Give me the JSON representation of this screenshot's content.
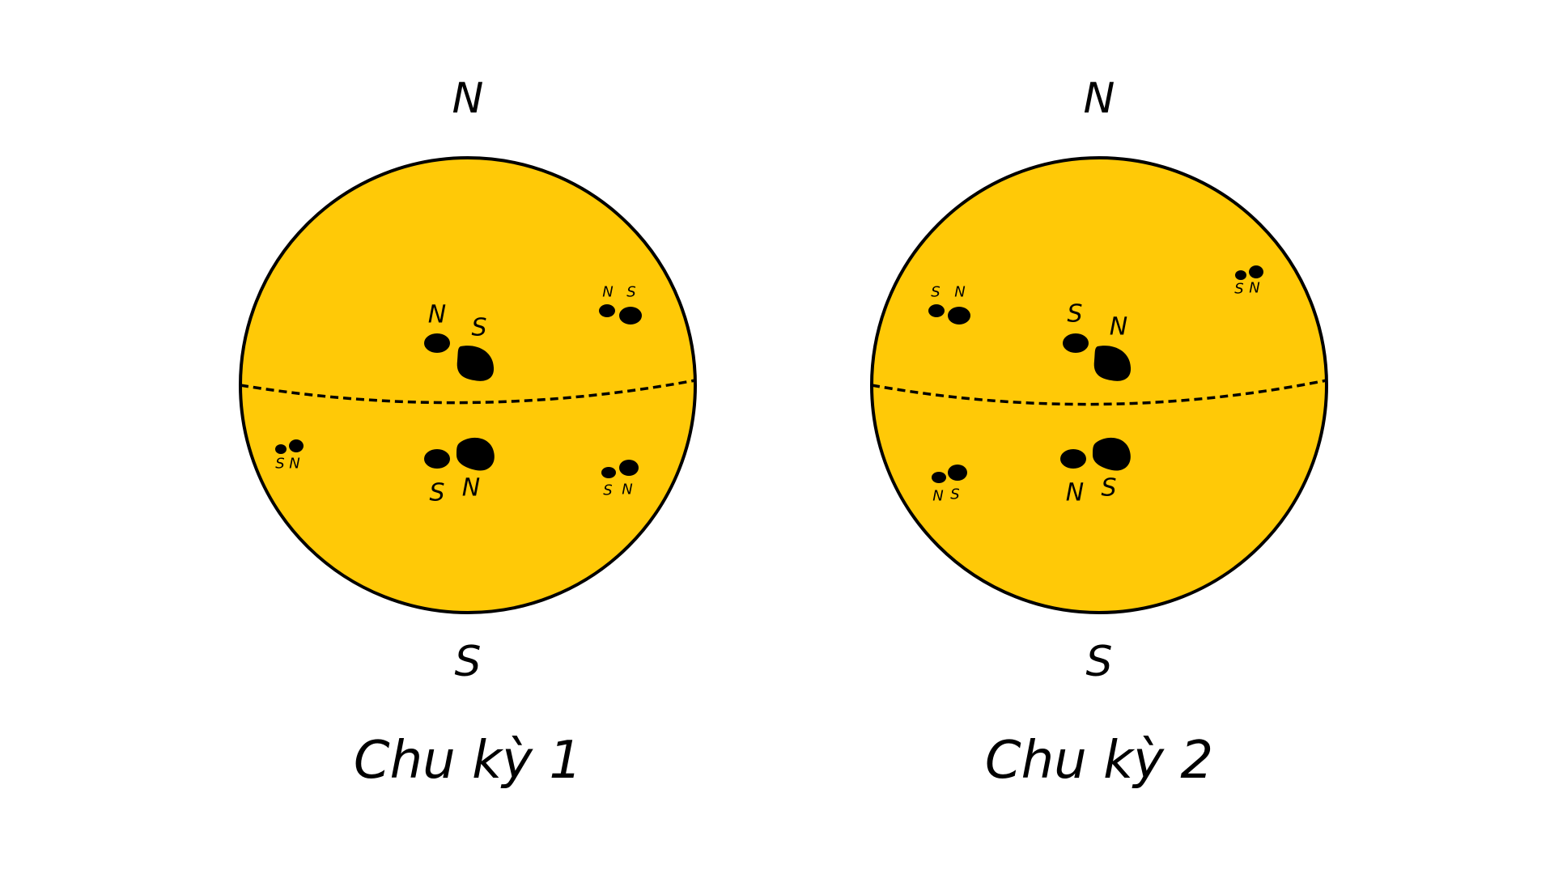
{
  "colors": {
    "sun": "#FFC907",
    "outline": "#000000",
    "spot": "#000000",
    "background": "#FFFFFF"
  },
  "panels": [
    {
      "id": "cycle-1",
      "caption": "Chu kỳ 1",
      "north_label": "N",
      "south_label": "S",
      "spot_groups": [
        {
          "hemisphere": "north",
          "position": "center",
          "size": "large",
          "labels": [
            "N",
            "S"
          ]
        },
        {
          "hemisphere": "north",
          "position": "right",
          "size": "small",
          "labels": [
            "N",
            "S"
          ]
        },
        {
          "hemisphere": "south",
          "position": "center",
          "size": "large",
          "labels": [
            "S",
            "N"
          ]
        },
        {
          "hemisphere": "south",
          "position": "left",
          "size": "tiny",
          "labels": [
            "S",
            "N"
          ]
        },
        {
          "hemisphere": "south",
          "position": "right",
          "size": "small",
          "labels": [
            "S",
            "N"
          ]
        }
      ]
    },
    {
      "id": "cycle-2",
      "caption": "Chu kỳ 2",
      "north_label": "N",
      "south_label": "S",
      "spot_groups": [
        {
          "hemisphere": "north",
          "position": "center",
          "size": "large",
          "labels": [
            "S",
            "N"
          ]
        },
        {
          "hemisphere": "north",
          "position": "left",
          "size": "small",
          "labels": [
            "S",
            "N"
          ]
        },
        {
          "hemisphere": "north",
          "position": "right",
          "size": "tiny",
          "labels": [
            "S",
            "N"
          ]
        },
        {
          "hemisphere": "south",
          "position": "center",
          "size": "large",
          "labels": [
            "N",
            "S"
          ]
        },
        {
          "hemisphere": "south",
          "position": "left",
          "size": "small",
          "labels": [
            "N",
            "S"
          ]
        }
      ]
    }
  ]
}
